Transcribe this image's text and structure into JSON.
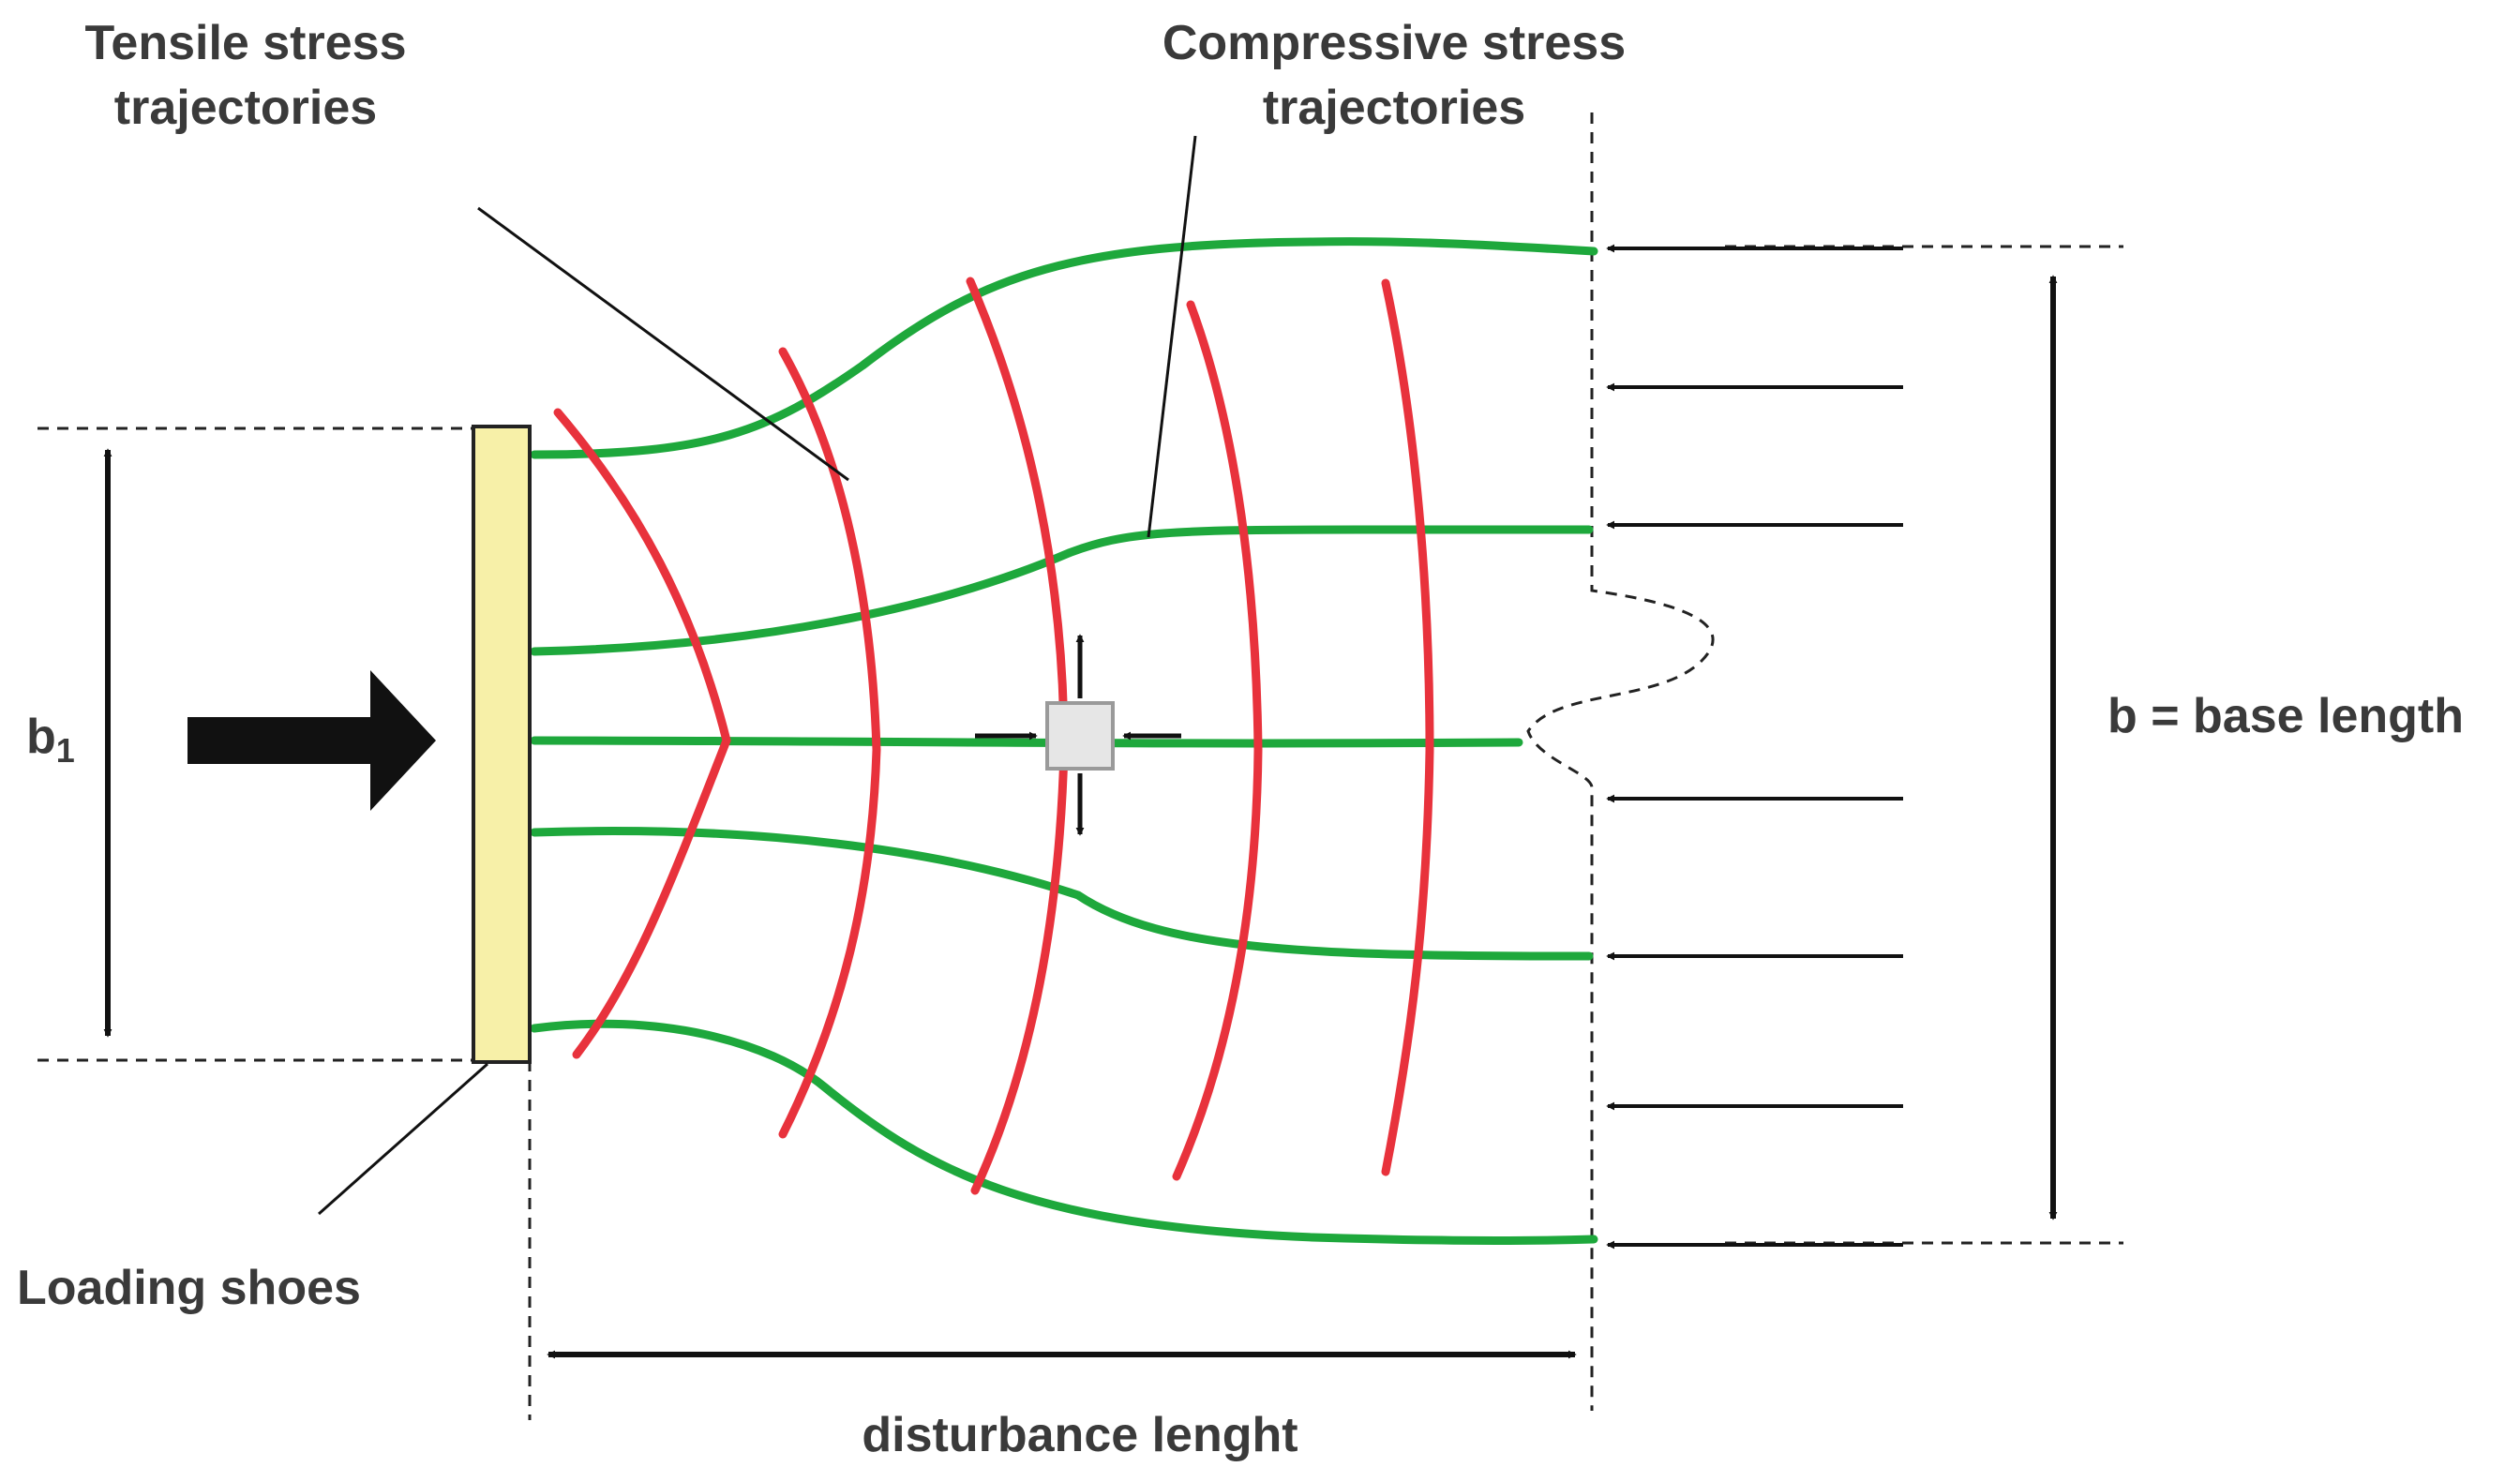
{
  "labels": {
    "tensile_line1": "Tensile stress",
    "tensile_line2": "trajectories",
    "compressive_line1": "Compressive stress",
    "compressive_line2": "trajectories",
    "b1_main": "b",
    "b1_sub": "1",
    "base_length": "b = base length",
    "loading_shoes": "Loading shoes",
    "disturbance": "disturbance lenght"
  },
  "colors": {
    "compressive": "#1ea83c",
    "tensile": "#e8323c",
    "shoe_fill": "#f7f0a8",
    "element_fill": "#e6e6e6",
    "ink": "#111111",
    "text": "#3a3a3a"
  }
}
